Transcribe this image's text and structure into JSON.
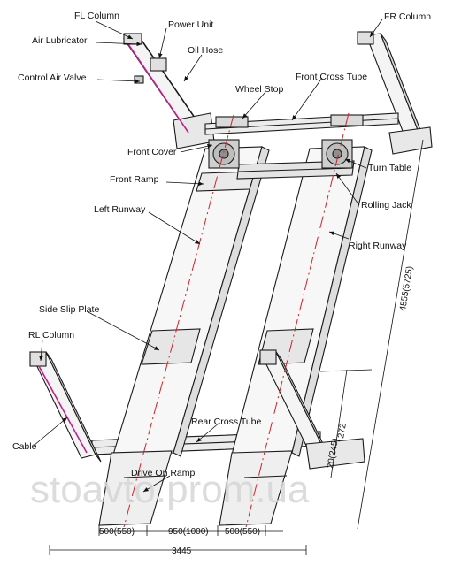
{
  "labels": {
    "fl_column_top": "FL Column",
    "power_unit": "Power Unit",
    "air_lubricator": "Air Lubricator",
    "oil_hose": "Oil Hose",
    "control_air_valve": "Control Air Valve",
    "front_cross_tube": "Front Cross Tube",
    "fr_column": "FR Column",
    "wheel_stop": "Wheel Stop",
    "front_cover": "Front Cover",
    "turn_table": "Turn Table",
    "front_ramp": "Front Ramp",
    "rolling_jack": "Rolling Jack",
    "left_runway": "Left Runway",
    "right_runway": "Right Runway",
    "side_slip_plate": "Side Slip Plate",
    "rl_column": "RL Column",
    "rear_cross_tube": "Rear Cross Tube",
    "cable": "Cable",
    "drive_on_ramp": "Drive On Ramp"
  },
  "dimensions": {
    "ramp_width_left": "500(550)",
    "ramp_gap": "950(1000)",
    "ramp_width_right": "500(550)",
    "overall_width": "3445",
    "overall_length": "4555(5725)",
    "rear_height_a": "272",
    "rear_height_b": "20(245)"
  },
  "watermark": "stoavto.prom.ua",
  "colors": {
    "line": "#1a1a1a",
    "centerline": "#d0202a",
    "hose": "#c0208c",
    "watermark": "#d6d6d6"
  }
}
